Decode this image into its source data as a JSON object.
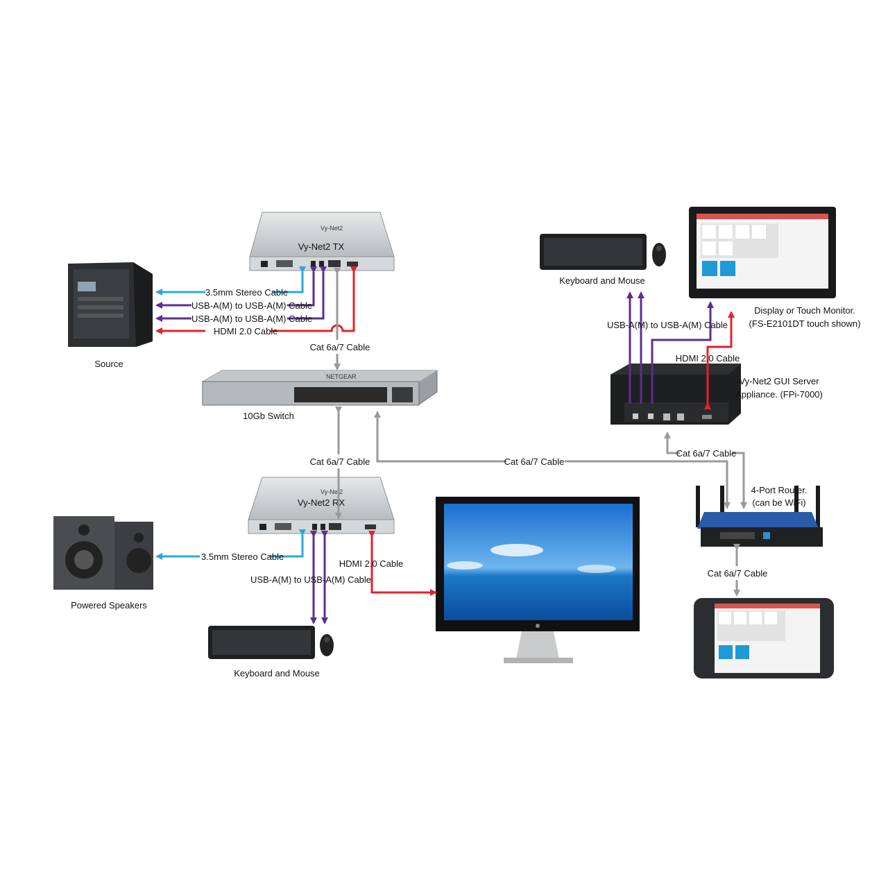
{
  "colors": {
    "audio": "#29a8e0",
    "usb": "#5b2e91",
    "hdmi": "#e3222b",
    "cat": "#9a9a9a",
    "device_silver": "#cfd2d4",
    "device_dark": "#1d1d1f"
  },
  "devices": {
    "tx": {
      "label": "Vy-Net2 TX",
      "logo": "Vy-Net2"
    },
    "rx": {
      "label": "Vy-Net2 RX",
      "logo": "Vy-Net2"
    },
    "switch": {
      "label": "10Gb Switch",
      "brand": "NETGEAR"
    },
    "source": {
      "label": "Source"
    },
    "speakers": {
      "label": "Powered Speakers"
    },
    "kbm_bottom": {
      "label": "Keyboard and Mouse"
    },
    "kbm_top": {
      "label": "Keyboard and Mouse"
    },
    "touch_monitor": {
      "label_line1": "Display or Touch Monitor.",
      "label_line2": "(FS-E2101DT touch shown)"
    },
    "server": {
      "label_line1": "Vy-Net2 GUI Server",
      "label_line2": "Appliance. (FPi-7000)"
    },
    "router": {
      "label_line1": "4-Port Router.",
      "label_line2": "(can be WiFi)"
    },
    "display": {
      "label": ""
    },
    "tablet": {
      "label": ""
    }
  },
  "cables": {
    "tx_audio": "3.5mm Stereo Cable",
    "tx_usb1": "USB-A(M) to USB-A(M) Cable",
    "tx_usb2": "USB-A(M) to USB-A(M) Cable",
    "tx_hdmi": "HDMI 2.0 Cable",
    "tx_switch": "Cat 6a/7 Cable",
    "switch_rx": "Cat 6a/7 Cable",
    "switch_router": "Cat 6a/7 Cable",
    "rx_audio": "3.5mm Stereo Cable",
    "rx_usb": "USB-A(M) to USB-A(M) Cable",
    "rx_hdmi": "HDMI 2.0 Cable",
    "server_usb": "USB-A(M) to USB-A(M) Cable",
    "server_hdmi": "HDMI 2.0 Cable",
    "server_router": "Cat 6a/7 Cable",
    "router_tablet": "Cat 6a/7 Cable"
  }
}
